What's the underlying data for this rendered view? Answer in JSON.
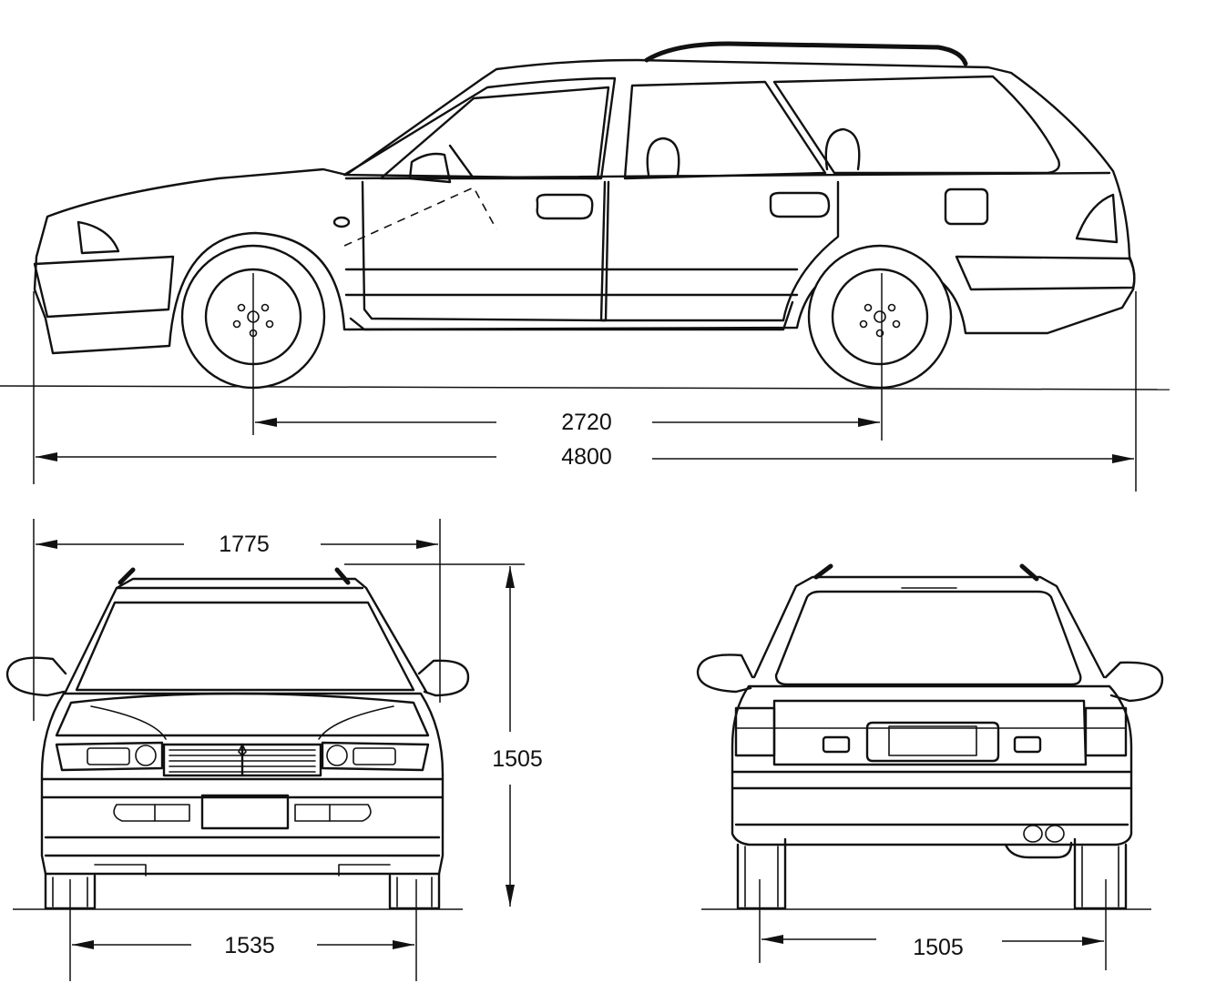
{
  "dimensions": {
    "side_wheelbase": "2720",
    "side_overall_length": "4800",
    "front_overall_width": "1775",
    "front_height": "1505",
    "front_track": "1535",
    "rear_track": "1505"
  },
  "colors": {
    "line": "#111111",
    "background": "#ffffff"
  }
}
